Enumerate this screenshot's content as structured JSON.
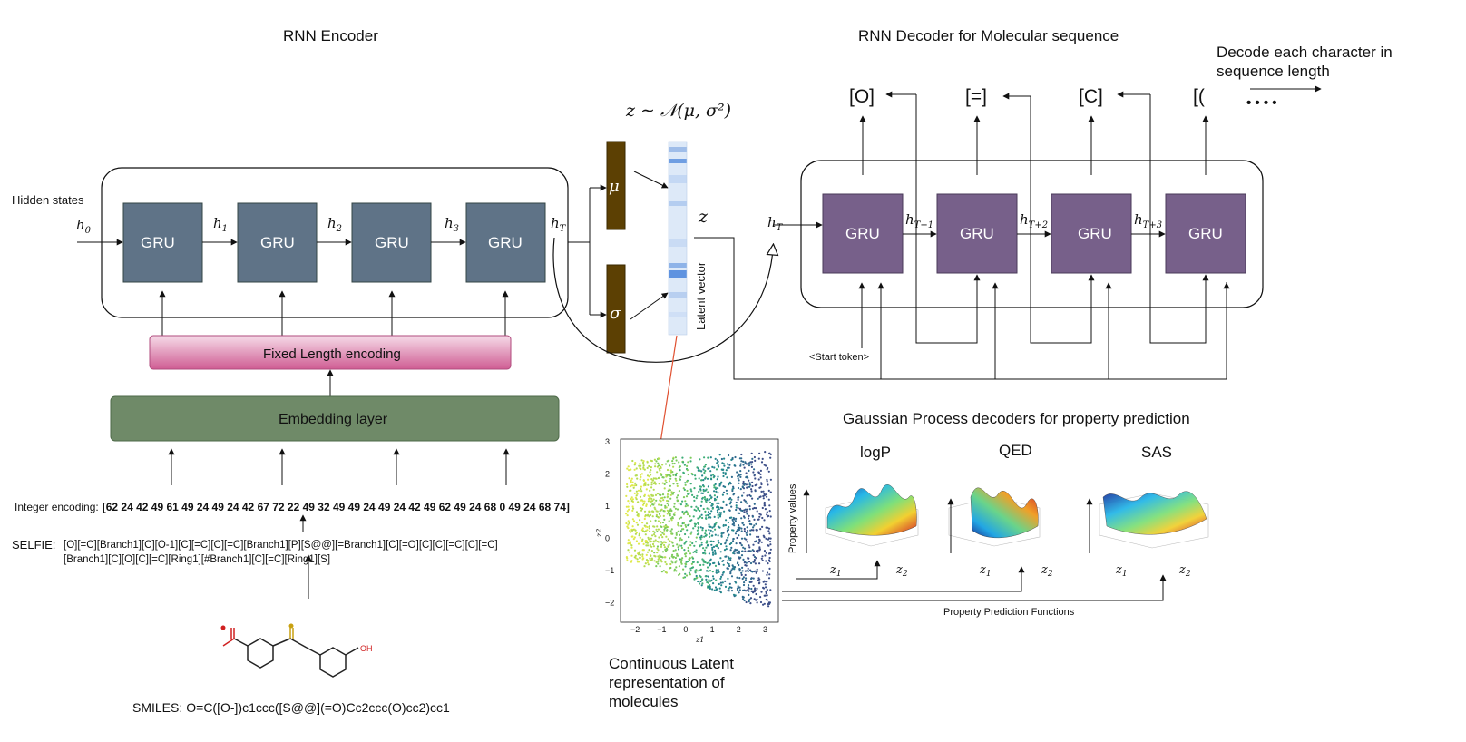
{
  "encoder": {
    "title": "RNN Encoder",
    "hidden_states_label": "Hidden states",
    "gru_label": "GRU",
    "h0": "h",
    "h0_sub": "0",
    "h1": "h",
    "h1_sub": "1",
    "h2": "h",
    "h2_sub": "2",
    "h3": "h",
    "h3_sub": "3",
    "hT": "h",
    "hT_sub": "T",
    "fixed_length_label": "Fixed Length encoding",
    "embedding_label": "Embedding layer",
    "integer_encoding_prefix": "Integer encoding:",
    "integer_encoding_value": "[62 24 42 49 61 49 24 49 24 42 67 72 22 49 32 49 49 24 49 24 42 49 62 49 24 68 0 49 24 68 74]",
    "selfie_prefix": "SELFIE:",
    "selfie_line1": "[O][=C][Branch1][C][O-1][C][=C][C][=C][Branch1][P][S@@][=Branch1][C][=O][C][C][=C][C][=C]",
    "selfie_line2": "[Branch1][C][O][C][=C][Ring1][#Branch1][C][=C][Ring1][S]",
    "smiles_prefix": "SMILES:",
    "smiles_value": "O=C([O-])c1ccc([S@@](=O)Cc2ccc(O)cc2)cc1",
    "molecule_atom_label": "OH"
  },
  "latent": {
    "distribution_formula": "z ∼ 𝒩(μ, σ²)",
    "mu_symbol": "μ",
    "sigma_symbol": "σ",
    "z_symbol": "z",
    "latent_vector_label": "Latent vector",
    "caption_line1": "Continuous Latent",
    "caption_line2": "representation of",
    "caption_line3": "molecules",
    "colors": {
      "mu_sigma_box": "#5c4003",
      "latent_vector": "#d8e6f8",
      "pointer_line": "#e05030"
    }
  },
  "scatter": {
    "xlabel": "z1",
    "ylabel": "z2",
    "x_ticks": [
      "−2",
      "−1",
      "0",
      "1",
      "2",
      "3"
    ],
    "y_ticks": [
      "3",
      "2",
      "1",
      "0",
      "−1",
      "−2"
    ]
  },
  "decoder": {
    "title": "RNN Decoder for Molecular sequence",
    "gru_label": "GRU",
    "hT": "h",
    "hT_sub": "T",
    "hT1_sub": "T+1",
    "hT2_sub": "T+2",
    "hT3_sub": "T+3",
    "outputs": [
      "[O]",
      "[=]",
      "[C]",
      "[("
    ],
    "decode_note_line1": "Decode each character in",
    "decode_note_line2": "sequence length",
    "ellipsis": "• • • •",
    "start_token": "<Start token>",
    "colors": {
      "gru": "#77608a",
      "encoder_gru": "#5f7387"
    }
  },
  "gp": {
    "title": "Gaussian Process decoders for property prediction",
    "property_axis_label": "Property values",
    "properties": [
      "logP",
      "QED",
      "SAS"
    ],
    "z1": "z",
    "z1_sub": "1",
    "z2": "z",
    "z2_sub": "2",
    "functions_label": "Property Prediction Functions"
  }
}
